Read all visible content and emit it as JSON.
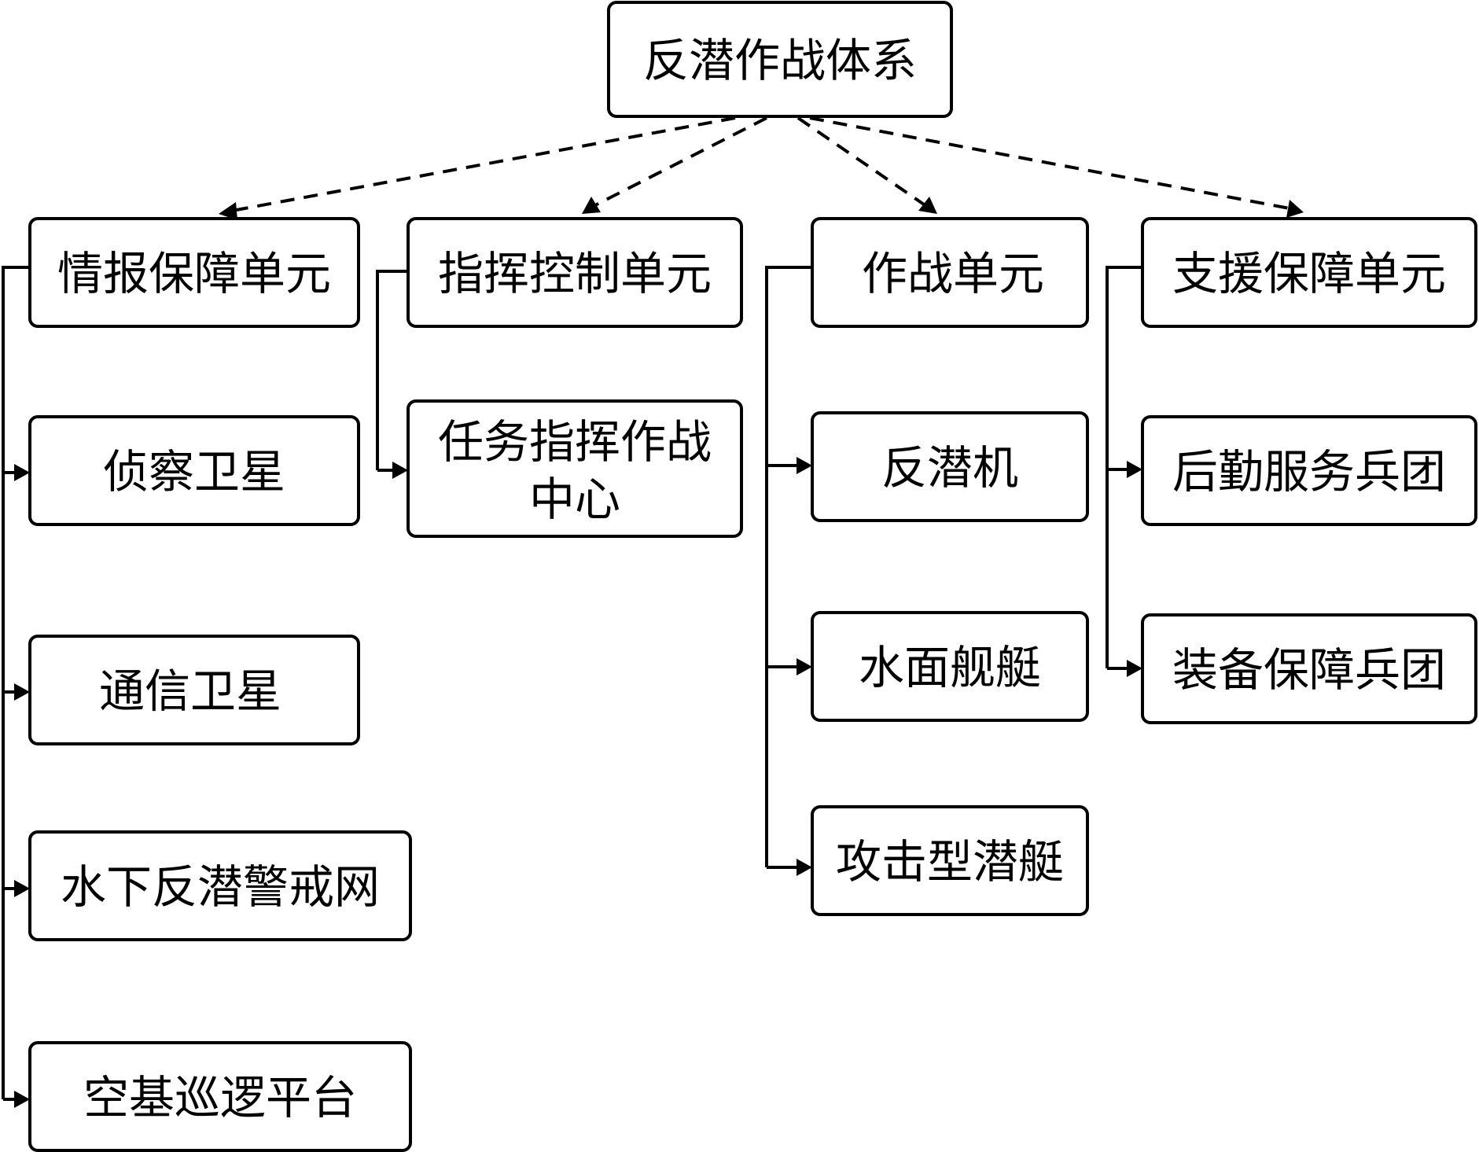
{
  "root": {
    "label": "反潜作战体系"
  },
  "units": [
    {
      "key": "intel",
      "label": "情报保障单元",
      "children": [
        "侦察卫星",
        "通信卫星",
        "水下反潜警戒网",
        "空基巡逻平台"
      ]
    },
    {
      "key": "command",
      "label": "指挥控制单元",
      "children": [
        [
          "任务指挥作战",
          "中心"
        ]
      ]
    },
    {
      "key": "combat",
      "label": "作战单元",
      "children": [
        "反潜机",
        "水面舰艇",
        "攻击型潜艇"
      ]
    },
    {
      "key": "support",
      "label": "支援保障单元",
      "children": [
        "后勤服务兵团",
        "装备保障兵团"
      ]
    }
  ],
  "colors": {
    "stroke": "#000000",
    "fill": "#ffffff"
  }
}
